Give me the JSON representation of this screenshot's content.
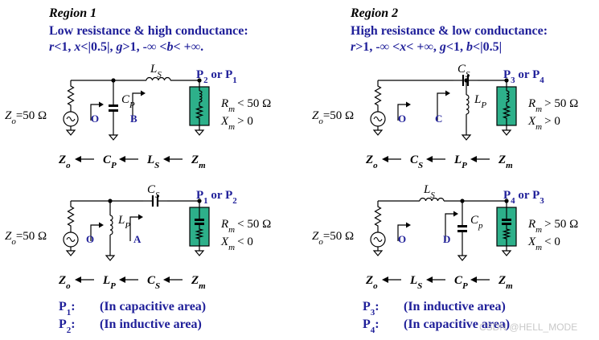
{
  "colors": {
    "navy": "#1f1f99",
    "black": "#000000",
    "load_fill": "#2db08a",
    "watermark": "#c8c8c8"
  },
  "regions": [
    {
      "heading": "Region 1",
      "title": "Low resistance & high conductance:",
      "cond": {
        "r": "r",
        "t1": "<1, ",
        "x": "x",
        "t2": "<|0.5|, ",
        "g": "g",
        "t3": ">1, -∞ <",
        "b": "b",
        "t4": "< +∞."
      }
    },
    {
      "heading": "Region 2",
      "title": "High resistance & low conductance:",
      "cond": {
        "r": "r",
        "t1": ">1, -∞ <",
        "x": "x",
        "t2": "< +∞, ",
        "g": "g",
        "t3": "<1, ",
        "b": "b",
        "t4": "<|0.5|"
      }
    }
  ],
  "circuits": [
    {
      "zo_main": "Z",
      "zo_sub": "o",
      "zo_value": "=50 Ω",
      "series_main": "L",
      "series_sub": "S",
      "shunt_main": "C",
      "shunt_sub": "P",
      "port_left": "O",
      "port_right": "B",
      "target": {
        "p1": "P",
        "s1": "2",
        "mid": " or ",
        "p2": "P",
        "s2": "1"
      },
      "rm": {
        "main": "R",
        "sub": "m",
        "rel": "< 50 Ω"
      },
      "xm": {
        "main": "X",
        "sub": "m",
        "rel": "> 0"
      },
      "chain": [
        {
          "main": "Z",
          "sub": "o"
        },
        {
          "main": "C",
          "sub": "P"
        },
        {
          "main": "L",
          "sub": "S"
        },
        {
          "main": "Z",
          "sub": "m"
        }
      ]
    },
    {
      "zo_main": "Z",
      "zo_sub": "o",
      "zo_value": "=50 Ω",
      "series_main": "C",
      "series_sub": "S",
      "shunt_main": "L",
      "shunt_sub": "P",
      "port_left": "O",
      "port_right": "C",
      "target": {
        "p1": "P",
        "s1": "3",
        "mid": " or ",
        "p2": "P",
        "s2": "4"
      },
      "rm": {
        "main": "R",
        "sub": "m",
        "rel": "> 50 Ω"
      },
      "xm": {
        "main": "X",
        "sub": "m",
        "rel": "> 0"
      },
      "chain": [
        {
          "main": "Z",
          "sub": "o"
        },
        {
          "main": "C",
          "sub": "S"
        },
        {
          "main": "L",
          "sub": "P"
        },
        {
          "main": "Z",
          "sub": "m"
        }
      ]
    },
    {
      "zo_main": "Z",
      "zo_sub": "o",
      "zo_value": "=50 Ω",
      "series_main": "C",
      "series_sub": "S",
      "shunt_main": "L",
      "shunt_sub": "P",
      "port_left": "O",
      "port_right": "A",
      "target": {
        "p1": "P",
        "s1": "1",
        "mid": " or ",
        "p2": "P",
        "s2": "2"
      },
      "rm": {
        "main": "R",
        "sub": "m",
        "rel": "< 50 Ω"
      },
      "xm": {
        "main": "X",
        "sub": "m",
        "rel": "< 0"
      },
      "chain": [
        {
          "main": "Z",
          "sub": "o"
        },
        {
          "main": "L",
          "sub": "P"
        },
        {
          "main": "C",
          "sub": "S"
        },
        {
          "main": "Z",
          "sub": "m"
        }
      ]
    },
    {
      "zo_main": "Z",
      "zo_sub": "o",
      "zo_value": "=50 Ω",
      "series_main": "L",
      "series_sub": "S",
      "shunt_main": "C",
      "shunt_sub": "p",
      "port_left": "O",
      "port_right": "D",
      "target": {
        "p1": "P",
        "s1": "4",
        "mid": " or ",
        "p2": "P",
        "s2": "3"
      },
      "rm": {
        "main": "R",
        "sub": "m",
        "rel": "> 50 Ω"
      },
      "xm": {
        "main": "X",
        "sub": "m",
        "rel": "< 0"
      },
      "chain": [
        {
          "main": "Z",
          "sub": "o"
        },
        {
          "main": "L",
          "sub": "S"
        },
        {
          "main": "C",
          "sub": "P"
        },
        {
          "main": "Z",
          "sub": "m"
        }
      ]
    }
  ],
  "notes": [
    {
      "p": "P",
      "s": "1",
      "colon": ":",
      "text": "(In capacitive area)"
    },
    {
      "p": "P",
      "s": "2",
      "colon": ":",
      "text": "(In inductive area)"
    },
    {
      "p": "P",
      "s": "3",
      "colon": ":",
      "text": "(In inductive area)"
    },
    {
      "p": "P",
      "s": "4",
      "colon": ":",
      "text": "(In capacitive area)"
    }
  ],
  "watermark": "CSDN @HELL_MODE"
}
